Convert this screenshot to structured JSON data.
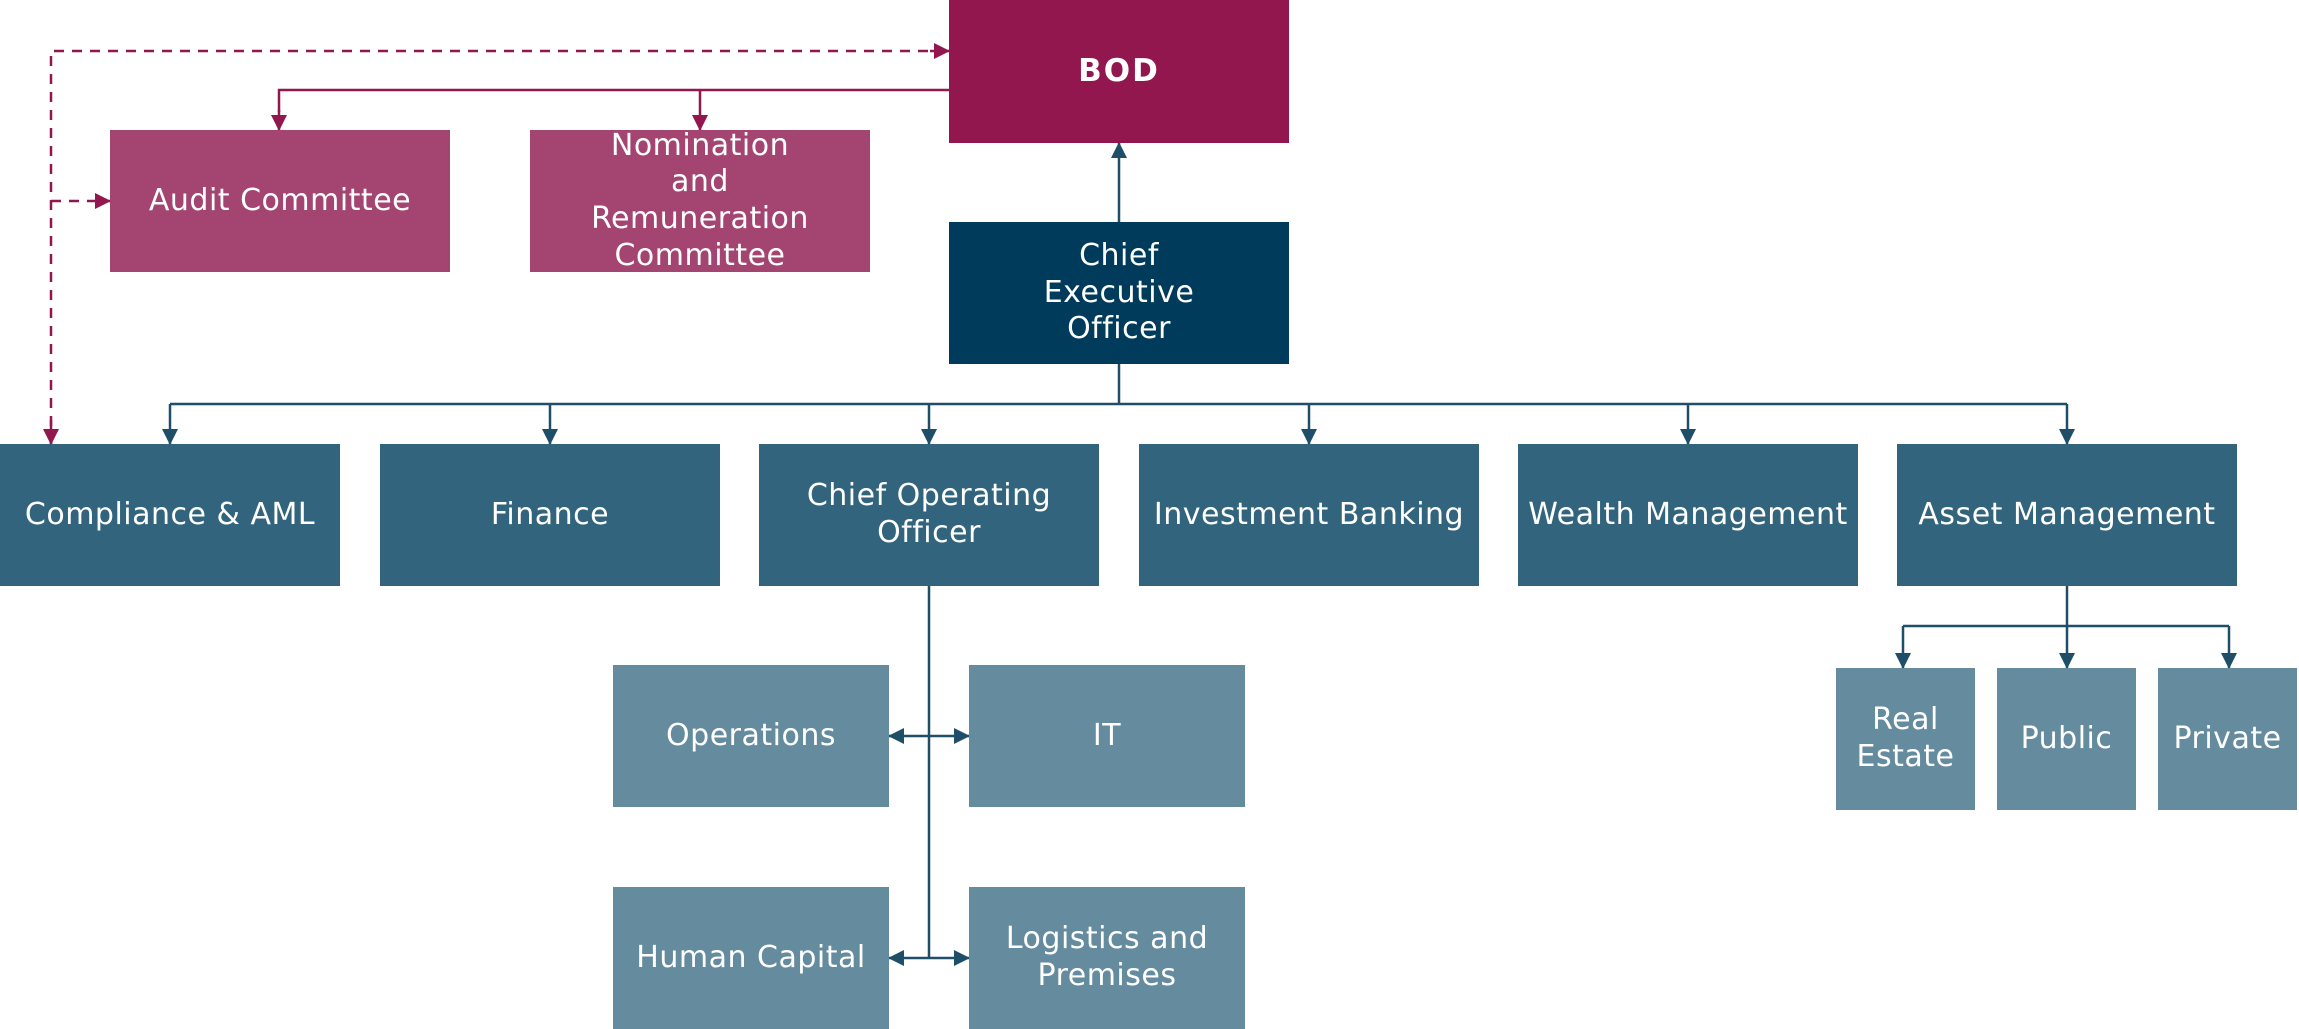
{
  "colors": {
    "board": "#91174e",
    "committee": "#a34570",
    "ceo": "#003b5c",
    "department": "#32657d",
    "sub_unit": "#658b9e",
    "connector_blue": "#1f4f68",
    "connector_maroon": "#91174e"
  },
  "board": {
    "label": "BOD",
    "committees": [
      "Audit Committee",
      "Nomination and Remuneration Committee"
    ]
  },
  "ceo": {
    "label": "Chief Executive Officer"
  },
  "departments": [
    "Compliance & AML",
    "Finance",
    "Chief Operating Officer",
    "Investment Banking",
    "Wealth Management",
    "Asset Management"
  ],
  "coo_units": [
    "Operations",
    "IT",
    "Human Capital",
    "Logistics and Premises"
  ],
  "asset_management_units": [
    "Real Estate",
    "Public",
    "Private"
  ],
  "connectors": [
    {
      "from": "Chief Executive Officer",
      "to": "BOD",
      "style": "solid"
    },
    {
      "from": "BOD",
      "to": "Audit Committee",
      "style": "solid"
    },
    {
      "from": "BOD",
      "to": "Nomination and Remuneration Committee",
      "style": "solid"
    },
    {
      "from": "Chief Executive Officer",
      "to": "Compliance & AML",
      "style": "solid"
    },
    {
      "from": "Chief Executive Officer",
      "to": "Finance",
      "style": "solid"
    },
    {
      "from": "Chief Executive Officer",
      "to": "Chief Operating Officer",
      "style": "solid"
    },
    {
      "from": "Chief Executive Officer",
      "to": "Investment Banking",
      "style": "solid"
    },
    {
      "from": "Chief Executive Officer",
      "to": "Wealth Management",
      "style": "solid"
    },
    {
      "from": "Chief Executive Officer",
      "to": "Asset Management",
      "style": "solid"
    },
    {
      "from": "Compliance & AML",
      "to": "BOD",
      "style": "dashed"
    },
    {
      "from": "Compliance & AML",
      "to": "Audit Committee",
      "style": "dashed"
    },
    {
      "from": "Chief Operating Officer",
      "to": "Operations",
      "style": "solid"
    },
    {
      "from": "Chief Operating Officer",
      "to": "IT",
      "style": "solid"
    },
    {
      "from": "Chief Operating Officer",
      "to": "Human Capital",
      "style": "solid"
    },
    {
      "from": "Chief Operating Officer",
      "to": "Logistics and Premises",
      "style": "solid"
    },
    {
      "from": "Asset Management",
      "to": "Real Estate",
      "style": "solid"
    },
    {
      "from": "Asset Management",
      "to": "Public",
      "style": "solid"
    },
    {
      "from": "Asset Management",
      "to": "Private",
      "style": "solid"
    }
  ]
}
